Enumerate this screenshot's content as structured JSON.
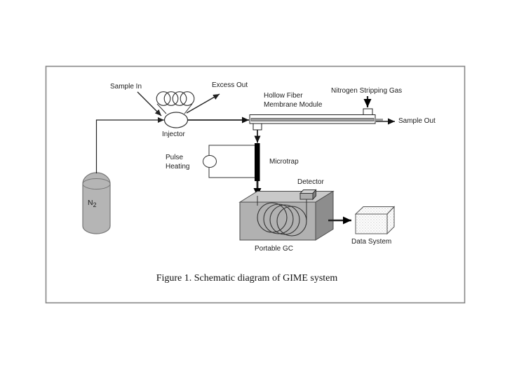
{
  "caption": "Figure 1. Schematic diagram of GIME system",
  "labels": {
    "sample_in": "Sample In",
    "excess_out": "Excess Out",
    "injector": "Injector",
    "hollow_fiber_line1": "Hollow Fiber",
    "hollow_fiber_line2": "Membrane Module",
    "nitrogen_stripping_gas": "Nitrogen Stripping Gas",
    "sample_out": "Sample Out",
    "microtrap": "Microtrap",
    "pulse_heating_line1": "Pulse",
    "pulse_heating_line2": "Heating",
    "detector": "Detector",
    "portable_gc": "Portable GC",
    "data_system": "Data System",
    "n2_symbol": "N",
    "n2_subscript": "2"
  },
  "colors": {
    "frame_border": "#878787",
    "line": "#222222",
    "cylinder_fill": "#b5b5b5",
    "gc_front": "#b1b1b1",
    "gc_top": "#c9c9c9",
    "gc_side": "#8d8d8d",
    "membrane_stripe": "#9c9c9c",
    "microtrap": "#000000"
  }
}
